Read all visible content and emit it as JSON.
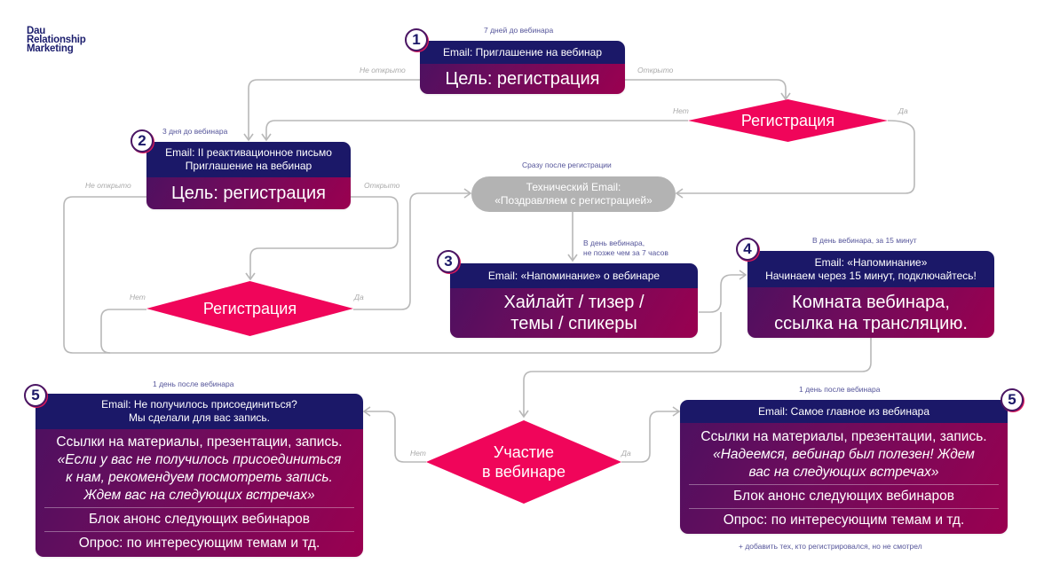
{
  "logo": {
    "lines": [
      "Dau",
      "Relationship",
      "Marketing"
    ]
  },
  "colors": {
    "navy": "#1b1868",
    "gradient_start": "#4e1060",
    "gradient_end": "#9a0050",
    "decision": "#f0055a",
    "connector": "#b8b8b8",
    "technical": "#b3b3b3",
    "note_text": "#55559a"
  },
  "steps": [
    {
      "number": "1",
      "timing": "7 дней до вебинара",
      "header": [
        "Email: Приглашение на вебинар"
      ],
      "body": [
        "Цель: регистрация"
      ]
    },
    {
      "number": "2",
      "timing": "3 дня до вебинара",
      "header": [
        "Email: II реактивационное письмо",
        "Приглашение на вебинар"
      ],
      "body": [
        "Цель: регистрация"
      ]
    },
    {
      "number": "3",
      "timing": [
        "В день вебинара,",
        "не позже чем за 7 часов"
      ],
      "header": [
        "Email: «Напоминание» о вебинаре"
      ],
      "body": [
        "Хайлайт / тизер /",
        "темы / спикеры"
      ]
    },
    {
      "number": "4",
      "timing": "В день вебинара, за 15 минут",
      "header": [
        "Email: «Напоминание»",
        "Начинаем через 15 минут, подключайтесь!"
      ],
      "body": [
        "Комната вебинара,",
        "ссылка на трансляцию."
      ]
    },
    {
      "number": "5",
      "timing": "1 день после вебинара",
      "header": [
        "Email: Не получилось присоединиться?",
        "Мы сделали для вас запись."
      ],
      "body_main": "Ссылки на материалы, презентации, запись.",
      "body_quote": [
        "«Если у вас не получилось присоединиться",
        "к нам, рекомендуем посмотреть запись.",
        "Ждем вас на следующих встречах»"
      ],
      "body_block": "Блок анонс следующих вебинаров",
      "body_poll": "Опрос: по интересующим темам и тд."
    },
    {
      "number": "5",
      "timing": "1 день после вебинара",
      "header": [
        "Email: Самое главное из вебинара"
      ],
      "body_main": "Ссылки на материалы, презентации, запись.",
      "body_quote": [
        "«Надеемся, вебинар был полезен! Ждем",
        "вас на следующих встречах»"
      ],
      "body_block": "Блок анонс следующих вебинаров",
      "body_poll": "Опрос: по интересующим темам и тд.",
      "footnote": "+ добавить тех, кто регистрировался, но не смотрел"
    }
  ],
  "technical_email": {
    "timing": "Сразу после регистрации",
    "lines": [
      "Технический Email:",
      "«Поздравляем с регистрацией»"
    ]
  },
  "decisions": [
    {
      "lines": [
        "Регистрация"
      ],
      "no": "Нет",
      "yes": "Да"
    },
    {
      "lines": [
        "Регистрация"
      ],
      "no": "Нет",
      "yes": "Да"
    },
    {
      "lines": [
        "Участие",
        "в вебинаре"
      ],
      "no": "Нет",
      "yes": "Да"
    }
  ],
  "edge_labels": {
    "not_opened": "Не открыто",
    "opened": "Открыто"
  }
}
